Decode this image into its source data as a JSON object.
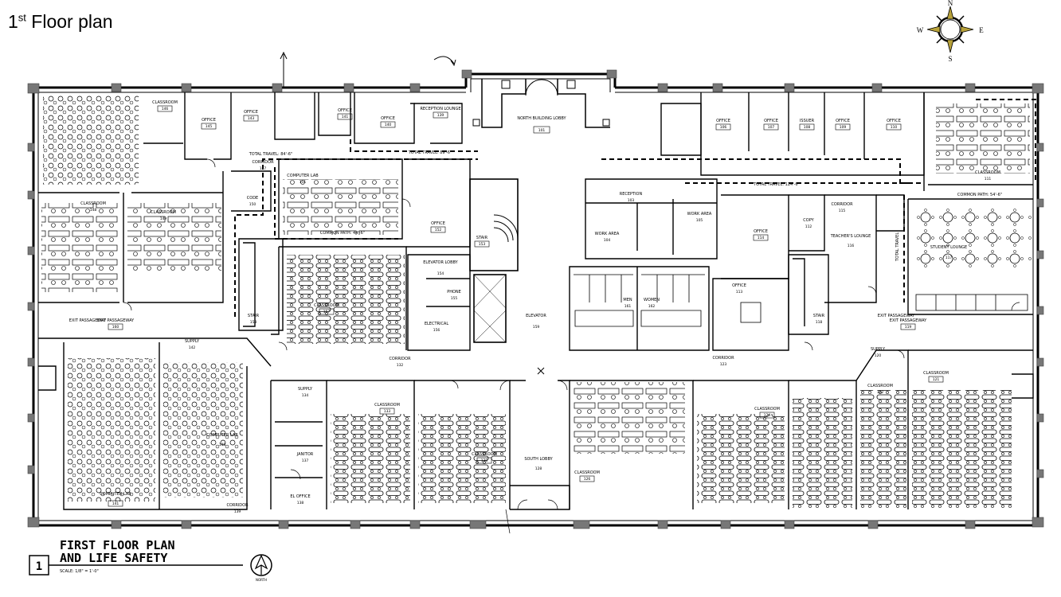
{
  "title": {
    "base": "1",
    "sup": "st",
    "rest": " Floor plan"
  },
  "compass": {
    "n": "N",
    "s": "S",
    "e": "E",
    "w": "W"
  },
  "title_block": {
    "sheet_number": "1",
    "line1": "FIRST FLOOR PLAN",
    "line2": "AND LIFE SAFETY",
    "scale": "SCALE: 1/8\" = 1'-0\"",
    "north_label": "NORTH"
  },
  "corridor_labels": {
    "total_travel_nw": "TOTAL TRAVEL: 84'-6\"",
    "total_travel_n": "TOTAL TRAVEL: 89'-6\"",
    "total_travel_ne": "TOTAL TRAVEL: 124'-6\"",
    "common_path_w": "COMMON PATH: 44'-6\"",
    "common_path_e": "COMMON PATH: 54'-6\"",
    "exit_passageway_w": "EXIT PASSAGEWAY",
    "exit_passageway_e": "EXIT PASSAGEWAY",
    "total_travel_e": "TOTAL TRAVEL"
  },
  "rooms": [
    {
      "id": "r01",
      "name": "CLASSROOM",
      "num": "146"
    },
    {
      "id": "r02",
      "name": "OFFICE",
      "num": "145"
    },
    {
      "id": "r03",
      "name": "OFFICE",
      "num": "143"
    },
    {
      "id": "r04",
      "name": "OFFICE",
      "num": "141"
    },
    {
      "id": "r05",
      "name": "OFFICE",
      "num": "140"
    },
    {
      "id": "r06",
      "name": "RECEPTION LOUNGE",
      "num": "139"
    },
    {
      "id": "r07",
      "name": "NORTH BUILDING LOBBY",
      "num": "101"
    },
    {
      "id": "r08",
      "name": "OFFICE",
      "num": "106"
    },
    {
      "id": "r09",
      "name": "OFFICE",
      "num": "107"
    },
    {
      "id": "r10",
      "name": "ISSUER",
      "num": "108"
    },
    {
      "id": "r11",
      "name": "OFFICE",
      "num": "109"
    },
    {
      "id": "r12",
      "name": "OFFICE",
      "num": "110"
    },
    {
      "id": "r13",
      "name": "CLASSROOM",
      "num": "111"
    },
    {
      "id": "r14",
      "name": "CORRIDOR",
      "num": "147"
    },
    {
      "id": "r15",
      "name": "CLASSROOM",
      "num": "148"
    },
    {
      "id": "r16",
      "name": "CLASSROOM",
      "num": "149"
    },
    {
      "id": "r17",
      "name": "CODE",
      "num": "150"
    },
    {
      "id": "r18",
      "name": "COMPUTER LAB",
      "num": "151"
    },
    {
      "id": "r19",
      "name": "OFFICE",
      "num": "152"
    },
    {
      "id": "r20",
      "name": "STAIR",
      "num": "153"
    },
    {
      "id": "r21",
      "name": "ELEVATOR LOBBY",
      "num": "154"
    },
    {
      "id": "r22",
      "name": "PHONE",
      "num": "155"
    },
    {
      "id": "r23",
      "name": "ELECTRICAL",
      "num": "156"
    },
    {
      "id": "r24",
      "name": "CLASSROOM",
      "num": "157"
    },
    {
      "id": "r25",
      "name": "STAIR",
      "num": "158"
    },
    {
      "id": "r26",
      "name": "EXIT PASSAGEWAY",
      "num": "160"
    },
    {
      "id": "r27",
      "name": "ELEVATOR",
      "num": "159"
    },
    {
      "id": "r28",
      "name": "RECEPTION",
      "num": "103"
    },
    {
      "id": "r29",
      "name": "WORK AREA",
      "num": "104"
    },
    {
      "id": "r30",
      "name": "WORK AREA",
      "num": "105"
    },
    {
      "id": "r31",
      "name": "MEN",
      "num": "161"
    },
    {
      "id": "r32",
      "name": "WOMEN",
      "num": "162"
    },
    {
      "id": "r33",
      "name": "OFFICE",
      "num": "114"
    },
    {
      "id": "r34",
      "name": "OFFICE",
      "num": "113"
    },
    {
      "id": "r35",
      "name": "COPY",
      "num": "112"
    },
    {
      "id": "r36",
      "name": "CORRIDOR",
      "num": "115"
    },
    {
      "id": "r37",
      "name": "TEACHER'S LOUNGE",
      "num": "116"
    },
    {
      "id": "r38",
      "name": "STUDENT LOUNGE",
      "num": "117"
    },
    {
      "id": "r39",
      "name": "STAIR",
      "num": "118"
    },
    {
      "id": "r40",
      "name": "EXIT PASSAGEWAY",
      "num": "119"
    },
    {
      "id": "r41",
      "name": "SUPPLY",
      "num": "120"
    },
    {
      "id": "r42",
      "name": "CLASSROOM",
      "num": "121"
    },
    {
      "id": "r43",
      "name": "CLASSROOM",
      "num": "122"
    },
    {
      "id": "r44",
      "name": "CLASSROOM",
      "num": "124"
    },
    {
      "id": "r45",
      "name": "CORRIDOR",
      "num": "123"
    },
    {
      "id": "r46",
      "name": "CLASSROOM",
      "num": "126"
    },
    {
      "id": "r47",
      "name": "SOUTH LOBBY",
      "num": "128"
    },
    {
      "id": "r48",
      "name": "CLASSROOM",
      "num": "130"
    },
    {
      "id": "r49",
      "name": "CLASSROOM",
      "num": "133"
    },
    {
      "id": "r50",
      "name": "CORRIDOR",
      "num": "132"
    },
    {
      "id": "r51",
      "name": "SUPPLY",
      "num": "134"
    },
    {
      "id": "r52",
      "name": "JANITOR",
      "num": "137"
    },
    {
      "id": "r53",
      "name": "EL OFFICE",
      "num": "138"
    },
    {
      "id": "r54",
      "name": "CORRIDOR",
      "num": "139"
    },
    {
      "id": "r55",
      "name": "COMPUTER LAB",
      "num": "140"
    },
    {
      "id": "r56",
      "name": "SUPPLY",
      "num": "142"
    },
    {
      "id": "r57",
      "name": "COMPUTER LAB",
      "num": "141"
    }
  ]
}
